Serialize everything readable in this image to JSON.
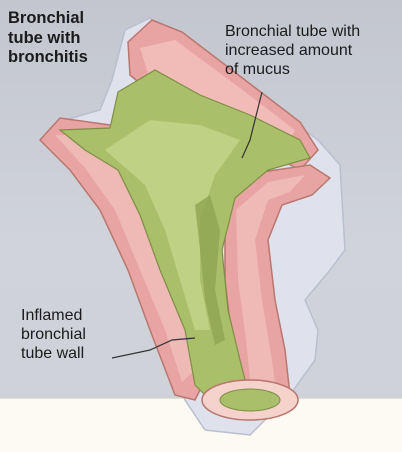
{
  "title": {
    "lines": [
      "Bronchial",
      "tube with",
      "bronchitis"
    ]
  },
  "callouts": {
    "mucus": {
      "lines": [
        "Bronchial tube with",
        "increased amount",
        "of mucus"
      ]
    },
    "wall": {
      "lines": [
        "Inflamed",
        "bronchial",
        "tube wall"
      ]
    }
  },
  "colors": {
    "background": "#c9ccd4",
    "footer": "#fdfaf3",
    "wall_pink": "#e8a3a3",
    "wall_inner": "#f2c2bd",
    "mucus_green": "#a9bf6a",
    "mucus_light": "#c3d48a",
    "cut_surface": "#f6d2cc",
    "outer_lining": "#dfe2ec"
  }
}
